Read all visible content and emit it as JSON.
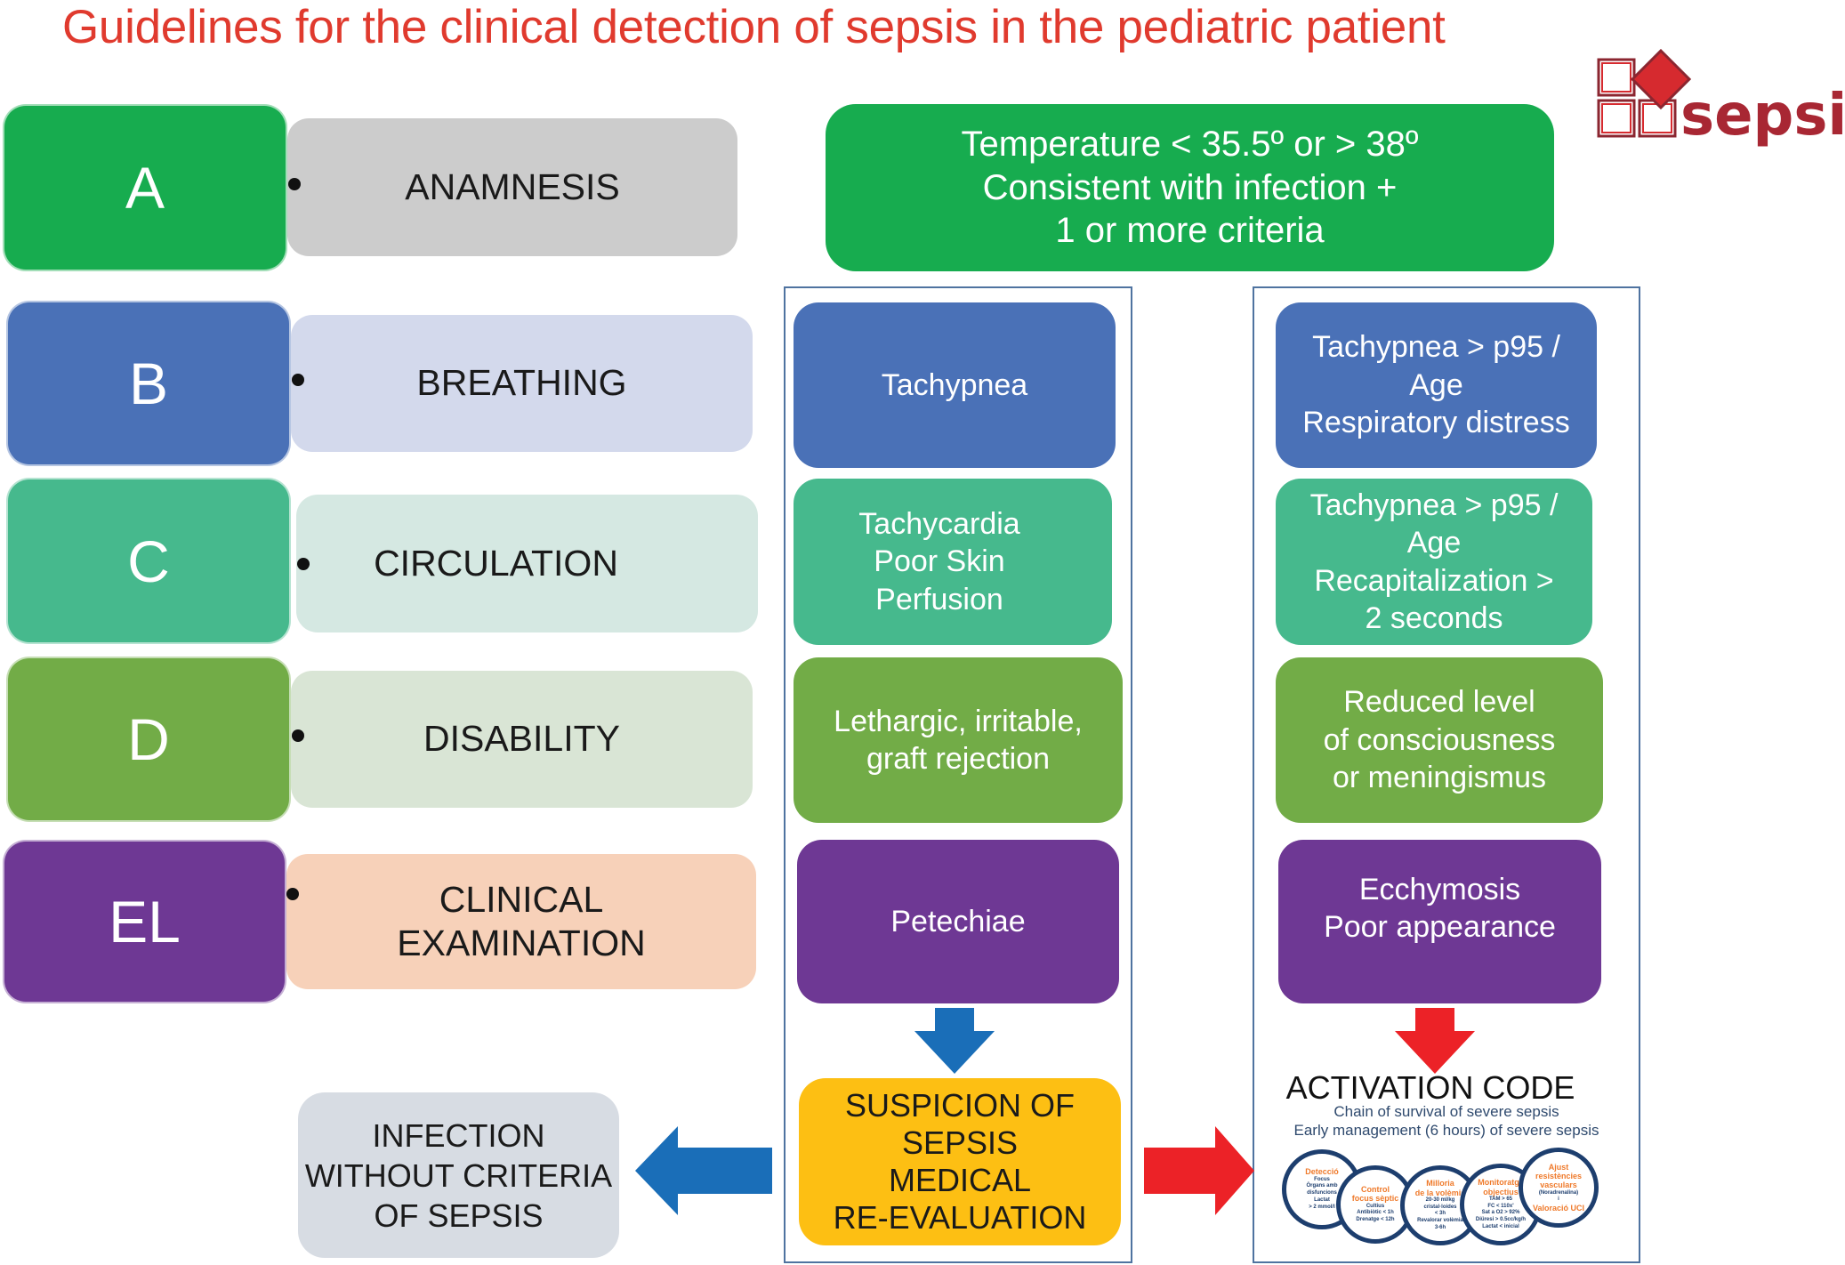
{
  "title": "Guidelines for the clinical detection of sepsis in the pediatric patient",
  "logo": {
    "text": "sepsis",
    "icon": "squares-diamond-logo-icon"
  },
  "colors": {
    "title": "#e03a2e",
    "green": "#17ac4f",
    "blue": "#4a71b7",
    "teal": "#46b98d",
    "olive": "#72ac47",
    "purple": "#6e3894",
    "yellow": "#fdbf13",
    "arrow_blue": "#1a6eb8",
    "arrow_red": "#ec2227",
    "logo_red": "#d62a2f",
    "logo_dark": "#8b2630"
  },
  "abcde": [
    {
      "letter": "A",
      "label": "ANAMNESIS"
    },
    {
      "letter": "B",
      "label": "BREATHING"
    },
    {
      "letter": "C",
      "label": "CIRCULATION"
    },
    {
      "letter": "D",
      "label": "DISABILITY"
    },
    {
      "letter": "EL",
      "label_line1": "CLINICAL",
      "label_line2": "EXAMINATION"
    }
  ],
  "temperature_box": {
    "line1": "Temperature < 35.5º or > 38º",
    "line2": "Consistent with infection +",
    "line3": "1 or more criteria"
  },
  "suspicion_criteria": [
    {
      "lines": [
        "Tachypnea"
      ]
    },
    {
      "lines": [
        "Tachycardia",
        "Poor Skin",
        "Perfusion"
      ]
    },
    {
      "lines": [
        "Lethargic, irritable,",
        "graft rejection"
      ]
    },
    {
      "lines": [
        "Petechiae"
      ]
    }
  ],
  "severe_criteria": [
    {
      "lines": [
        "Tachypnea > p95 /",
        "Age",
        "Respiratory distress"
      ]
    },
    {
      "lines": [
        "Tachypnea > p95 /",
        "Age",
        "Recapitalization >",
        "2 seconds"
      ]
    },
    {
      "lines": [
        "Reduced level",
        "of consciousness",
        "or meningismus"
      ]
    },
    {
      "lines": [
        "Ecchymosis",
        "Poor appearance"
      ]
    }
  ],
  "suspicion_box": {
    "lines": [
      "SUSPICION OF",
      "SEPSIS",
      "MEDICAL",
      "RE-EVALUATION"
    ]
  },
  "infection_box": {
    "lines": [
      "INFECTION",
      "WITHOUT CRITERIA",
      "OF SEPSIS"
    ]
  },
  "activation": {
    "title": "ACTIVATION CODE",
    "subtitle1": "Chain of survival of severe sepsis",
    "subtitle2": "Early management (6 hours) of severe sepsis",
    "circles": [
      {
        "head": [
          "Detecció"
        ],
        "lines": [
          "Focus",
          "Òrgans amb",
          "disfuncions",
          "Lactat",
          "> 2 mmol/l"
        ]
      },
      {
        "head": [
          "Control",
          "focus sèptic"
        ],
        "lines": [
          "Cultius",
          "Antibiòtic < 1h",
          "Drenatge < 12h"
        ]
      },
      {
        "head": [
          "Milloria",
          "de la volèmia"
        ],
        "lines": [
          "20-30 ml/kg",
          "cristal·loides",
          "< 3h",
          "Revalorar volèmia",
          "3-6h"
        ]
      },
      {
        "head": [
          "Monitoratge",
          "objectius"
        ],
        "lines": [
          "TAM > 65",
          "FC < 110x'",
          "Sat a O2 > 92%",
          "Diüresi > 0.5cc/kg/h",
          "Lactat < inicial"
        ]
      },
      {
        "head": [
          "Ajust",
          "resistències",
          "vasculars"
        ],
        "lines": [
          "(Noradrenalina)",
          "i"
        ],
        "tail": "Valoració UCI"
      }
    ]
  }
}
